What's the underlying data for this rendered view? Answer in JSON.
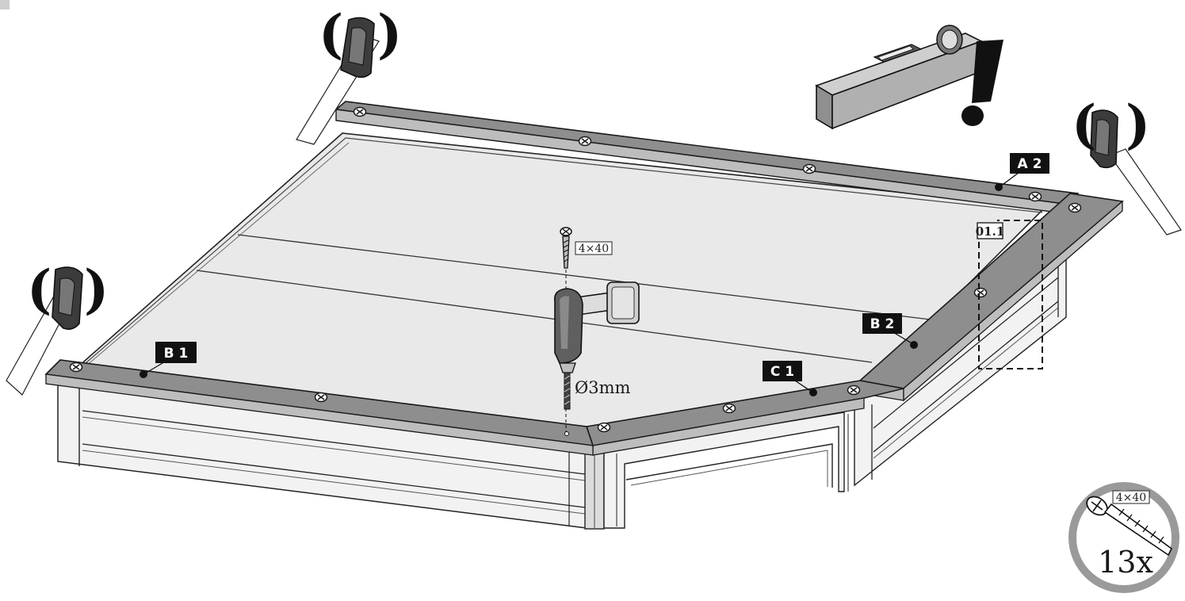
{
  "parts": {
    "a2": "A 2",
    "b1": "B 1",
    "b2": "B 2",
    "c1": "C 1"
  },
  "screw_label": "4×40",
  "drill_bit": "Ø3mm",
  "detail_ref": "01.1",
  "hardware_badge": {
    "screw": "4×40",
    "quantity": "13x"
  },
  "vibration_mark": {
    "open": "(",
    "close": ")"
  },
  "colors": {
    "frame_gray": "#8e8e8e",
    "panel_light": "#e8e8e8",
    "label_bg": "#111111",
    "badge_ring": "#9a9a9a"
  }
}
